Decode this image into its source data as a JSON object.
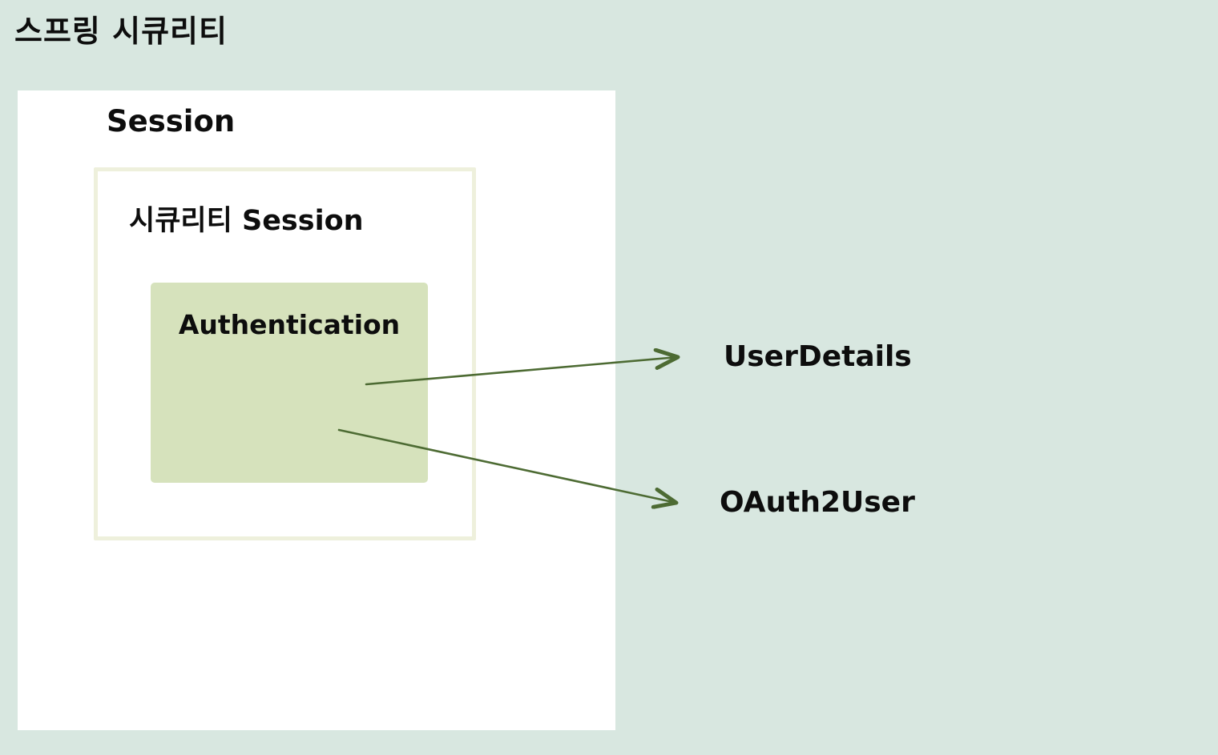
{
  "title": "스프링 시큐리티",
  "diagram": {
    "outer_box": {
      "label": "Session"
    },
    "inner_box": {
      "label": "시큐리티 Session"
    },
    "auth_box": {
      "label": "Authentication"
    },
    "targets": [
      {
        "label": "UserDetails"
      },
      {
        "label": "OAuth2User"
      }
    ],
    "edges": [
      {
        "from": "Authentication",
        "to": "UserDetails"
      },
      {
        "from": "Authentication",
        "to": "OAuth2User"
      }
    ]
  },
  "colors": {
    "background": "#d8e7e0",
    "session_box_fill": "#ffffff",
    "security_session_border": "#eef0dc",
    "authentication_fill": "#d6e2bc",
    "arrow_stroke": "#4d6b33",
    "text": "#0d0d0d"
  }
}
